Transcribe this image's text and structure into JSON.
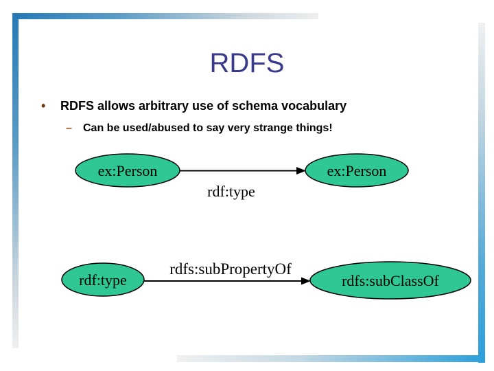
{
  "slide": {
    "title": "RDFS",
    "bullets": [
      {
        "marker": "•",
        "text": "RDFS allows arbitrary use of schema vocabulary"
      },
      {
        "marker": "–",
        "text": "Can be used/abused to say very strange things!"
      }
    ]
  },
  "diagram": {
    "node_fill": "#2FC894",
    "node_stroke": "#000000",
    "nodes": [
      {
        "id": "ex-person-subject",
        "shape": "ellipse",
        "label": "ex:Person"
      },
      {
        "id": "ex-person-object",
        "shape": "ellipse",
        "label": "ex:Person"
      },
      {
        "id": "rdf-type-subject",
        "shape": "ellipse",
        "label": "rdf:type"
      },
      {
        "id": "rdfs-subclassof-object",
        "shape": "ellipse",
        "label": "rdfs:subClassOf"
      }
    ],
    "edges": [
      {
        "label": "rdf:type",
        "from": "ex:Person",
        "to": "ex:Person"
      },
      {
        "label": "rdfs:subPropertyOf",
        "from": "rdf:type",
        "to": "rdfs:subClassOf"
      }
    ]
  },
  "colors": {
    "frame_blue_dark": "#2679B6",
    "frame_blue_bright": "#2B9FD9",
    "frame_fade_gray": "#EDEEEF",
    "title_text": "#3A3A8C",
    "bullet_dot": "#6E3410",
    "bullet_dash": "#94501E",
    "body_text": "#000000",
    "node_fill": "#2FC894"
  }
}
